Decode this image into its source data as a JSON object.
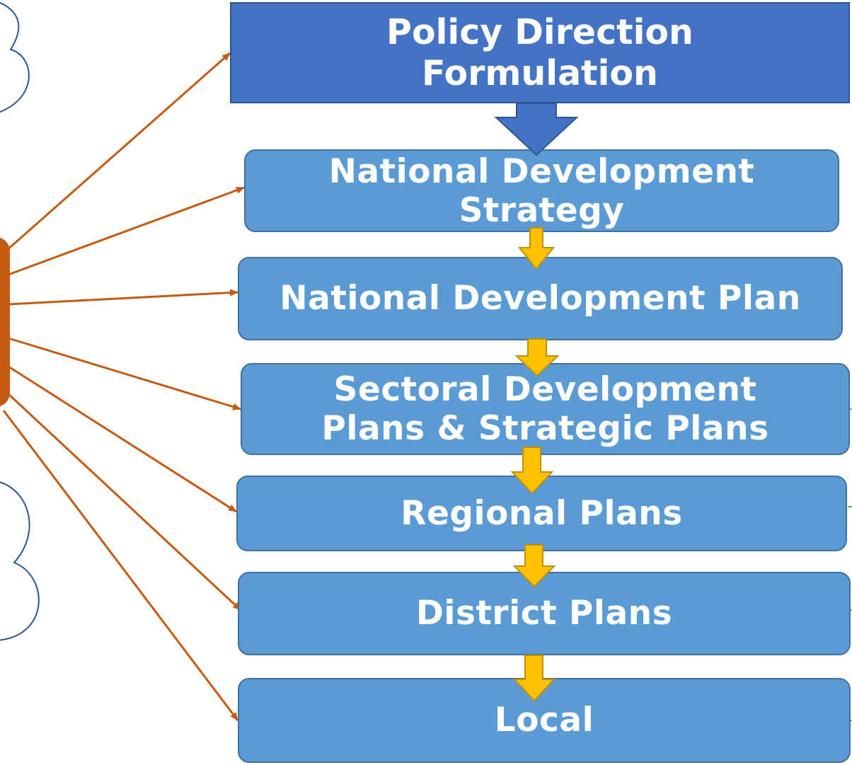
{
  "diagram": {
    "top_box": {
      "line1": "Policy Direction",
      "line2": "Formulation"
    },
    "levels": [
      {
        "line1": "National Development",
        "line2": "Strategy"
      },
      {
        "line1": "National Development Plan"
      },
      {
        "line1": "Sectoral Development",
        "line2": "Plans & Strategic Plans"
      },
      {
        "line1": "Regional Plans"
      },
      {
        "line1": "District Plans"
      },
      {
        "line1": "Local"
      }
    ]
  },
  "colors": {
    "top_box_fill": "#4472c4",
    "top_box_border": "#2f5597",
    "level_fill": "#5b9bd5",
    "level_border": "#41719c",
    "down_arrow_fill": "#ffc000",
    "down_arrow_border": "#bf9000",
    "connector": "#c55a11",
    "cloud_outline": "#2f5597"
  }
}
